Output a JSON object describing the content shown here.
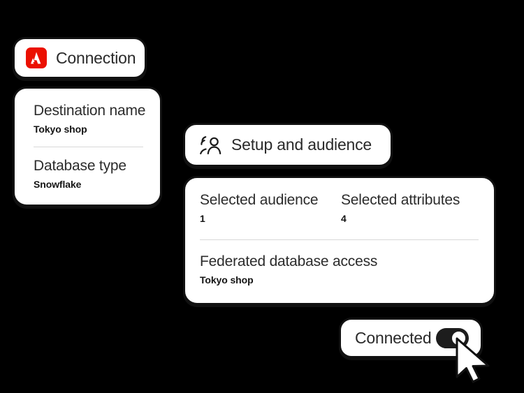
{
  "theme": {
    "background": "#000000",
    "card_background": "#ffffff",
    "card_border": "#111111",
    "label_color": "#2c2c2c",
    "value_color": "#141414",
    "divider_color": "#d8d8d8",
    "adobe_red": "#EB1000",
    "toggle_on_color": "#1d1d1d",
    "toggle_knob_color": "#ffffff"
  },
  "connection": {
    "logo_icon": "adobe-logo-icon",
    "label": "Connection"
  },
  "details": {
    "fields": [
      {
        "label": "Destination name",
        "value": "Tokyo shop"
      },
      {
        "label": "Database type",
        "value": "Snowflake"
      }
    ]
  },
  "setup": {
    "icon": "audience-icon",
    "label": "Setup and audience"
  },
  "summary": {
    "stats": [
      {
        "label": "Selected audience",
        "value": "1"
      },
      {
        "label": "Selected attributes",
        "value": "4"
      }
    ],
    "access": {
      "label": "Federated database access",
      "value": "Tokyo shop"
    }
  },
  "connected": {
    "label": "Connected",
    "toggle_state": "on"
  },
  "cursor": {
    "icon": "mouse-pointer-icon"
  }
}
